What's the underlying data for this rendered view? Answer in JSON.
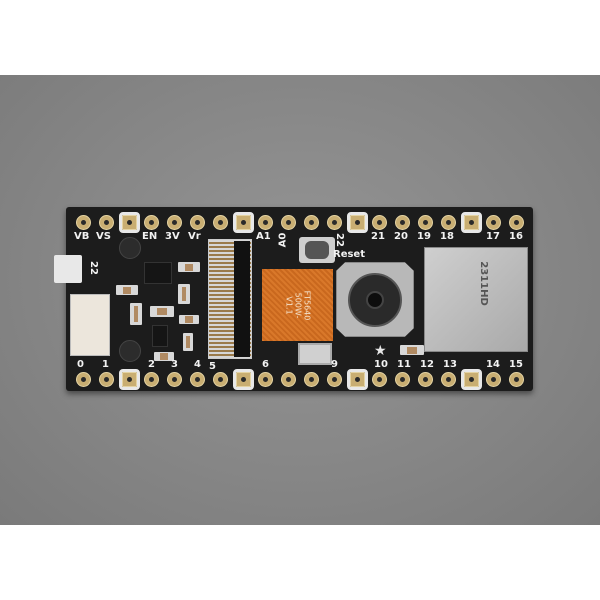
{
  "image": {
    "subject": "camera-breakout-pcb",
    "colors": {
      "background_band": "#ffffff",
      "backdrop": "#878787",
      "pcb": "#1c1c1c",
      "pads": "#c9ae72",
      "flex_cable": "#d9782a",
      "metal": "#b8b8b8"
    }
  },
  "board": {
    "top_labels": [
      "VB",
      "VS",
      "EN",
      "3V",
      "Vr",
      "A1",
      "A0",
      "22",
      "21",
      "20",
      "19",
      "18",
      "17",
      "16"
    ],
    "bottom_labels": [
      "0",
      "1",
      "2",
      "3",
      "4",
      "5",
      "6",
      "9",
      "10",
      "11",
      "12",
      "13",
      "14",
      "15"
    ],
    "side_label": "22",
    "reset_label": "Reset",
    "flex_text": [
      "FT5640",
      "500W-",
      "V1.1"
    ],
    "sd_text": "2311HD"
  }
}
